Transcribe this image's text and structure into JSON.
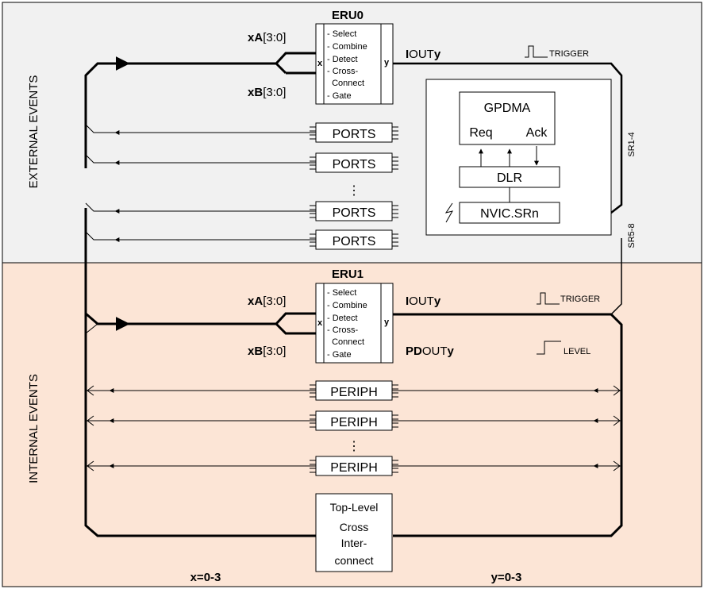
{
  "sections": {
    "external_label": "EXTERNAL EVENTS",
    "internal_label": "INTERNAL EVENTS",
    "colors": {
      "external_bg": "#f1f1f1",
      "internal_bg": "#fce5d6",
      "line": "#000000"
    }
  },
  "eru0": {
    "title": "ERU0",
    "in_a_bold": "xA",
    "in_a_rest": "[3:0]",
    "in_b_bold": "xB",
    "in_b_rest": "[3:0]",
    "x_label": "x",
    "y_label": "y",
    "functions": [
      "- Select",
      "- Combine",
      "- Detect",
      "- Cross-",
      "  Connect",
      "- Gate"
    ],
    "out_bold_a": "I",
    "out_mid": "OUT",
    "out_bold_b": "y",
    "trigger_label": "TRIGGER"
  },
  "ports": {
    "label": "PORTS",
    "ellipsis": "⋮"
  },
  "gpdma": {
    "title": "GPDMA",
    "req": "Req",
    "ack": "Ack",
    "dlr": "DLR",
    "nvic": "NVIC.SRn",
    "sr_top": "SR1-4",
    "sr_bottom": "SR5-8"
  },
  "eru1": {
    "title": "ERU1",
    "in_a_bold": "xA",
    "in_a_rest": "[3:0]",
    "in_b_bold": "xB",
    "in_b_rest": "[3:0]",
    "x_label": "x",
    "y_label": "y",
    "functions": [
      "- Select",
      "- Combine",
      "- Detect",
      "- Cross-",
      "  Connect",
      "- Gate"
    ],
    "out1_bold_a": "I",
    "out1_mid": "OUT",
    "out1_bold_b": "y",
    "out2_bold": "PD",
    "out2_mid": "OUT",
    "out2_bold_b": "y",
    "trigger_label": "TRIGGER",
    "level_label": "LEVEL"
  },
  "periph": {
    "label": "PERIPH",
    "ellipsis": "⋮"
  },
  "cross": {
    "lines": [
      "Top-Level",
      "Cross",
      "Inter-",
      "connect"
    ]
  },
  "footer": {
    "x_range": "x=0-3",
    "y_range": "y=0-3"
  }
}
